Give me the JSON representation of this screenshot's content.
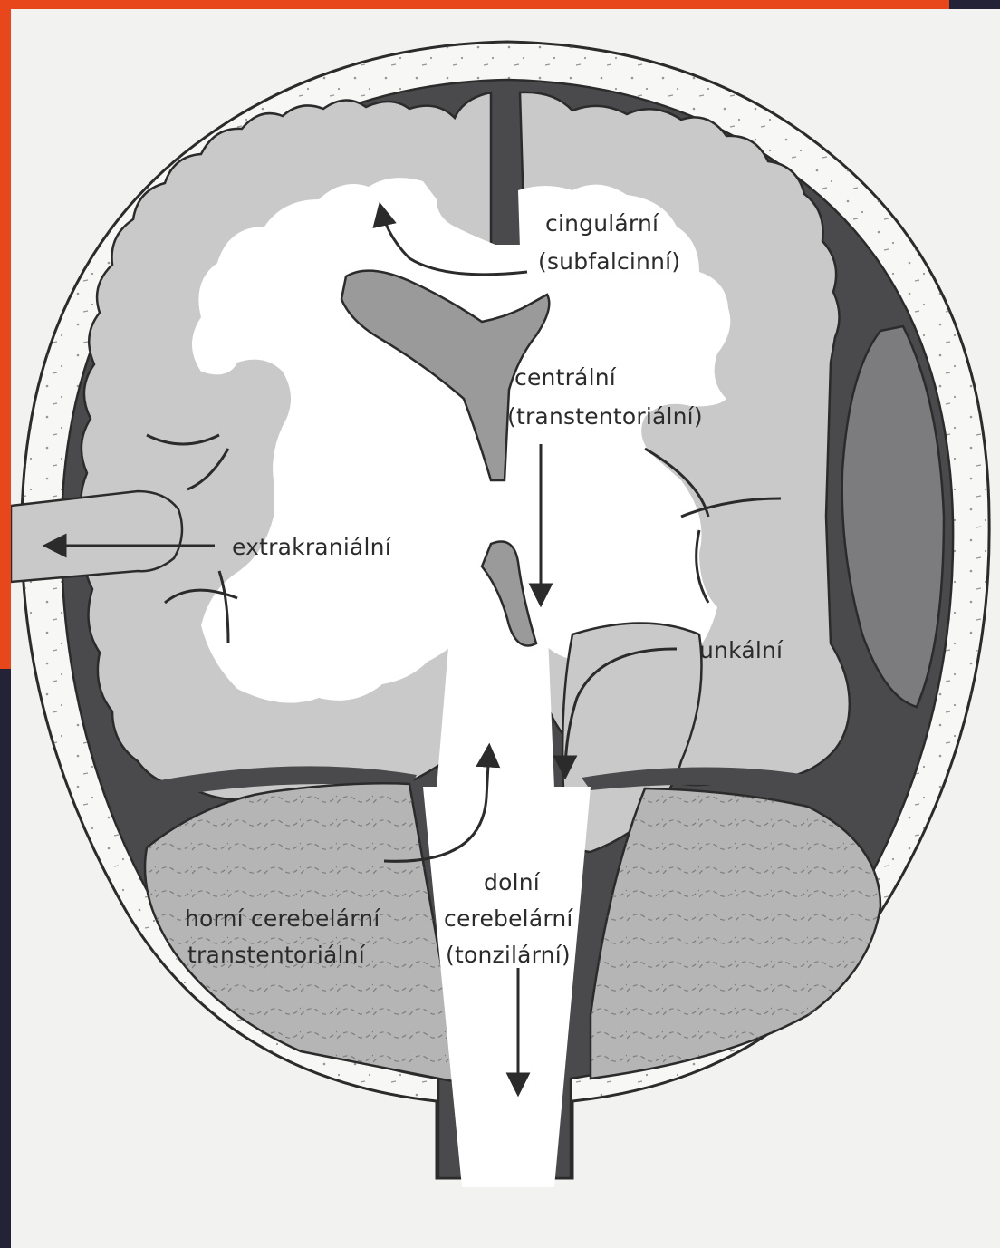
{
  "colors": {
    "accent_orange": "#e8461b",
    "frame_dark": "#242236",
    "paper": "#f2f2f0",
    "skull_dark": "#4a4a4c",
    "cortex_gray": "#c9c9c9",
    "ventricle_gray": "#9a9a9a",
    "cerebellum_gray": "#b5b5b5",
    "hematoma_gray": "#7c7c7e",
    "ink": "#2b2b2b"
  },
  "labels": {
    "cingulate_line1": "cingulární",
    "cingulate_line2": "(subfalcinní)",
    "central_line1": "centrální",
    "central_line2": "(transtentoriální)",
    "extracranial": "extrakraniální",
    "uncal": "unkální",
    "inferior_line1": "dolní",
    "inferior_line2": "cerebelární",
    "inferior_line3": "(tonzilární)",
    "superior_line1": "horní cerebelární",
    "superior_line2": "transtentoriální"
  }
}
